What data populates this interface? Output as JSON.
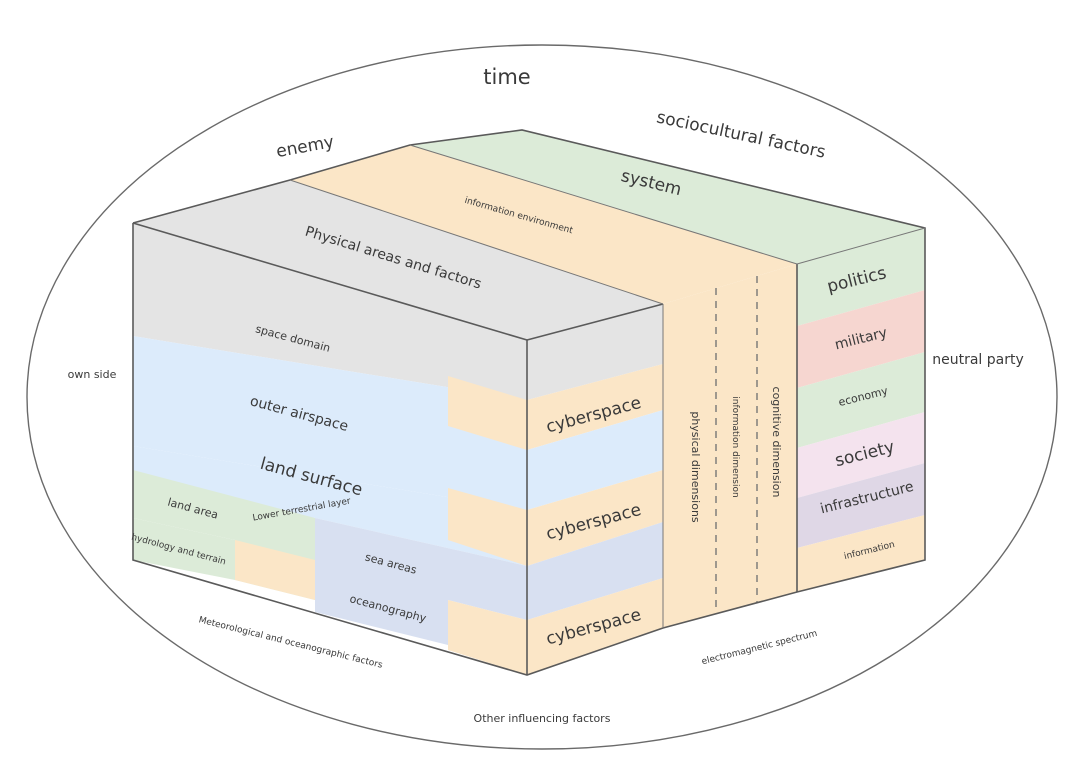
{
  "colors": {
    "gray": "#e4e4e4",
    "blue": "#dcebfb",
    "slate": "#d8e0f1",
    "green": "#dcebd8",
    "orange": "#fbe6c7",
    "red": "#f6d6d0",
    "pink": "#f4e3ee",
    "purple": "#dfd7e6"
  },
  "outer": {
    "time": "time",
    "enemy": "enemy",
    "sociocultural_factors": "sociocultural factors",
    "own_side": "own side",
    "neutral_party": "neutral party",
    "other_influencing_factors": "Other influencing factors",
    "meteorological_factors": "Meteorological and oceanographic factors",
    "electromagnetic_spectrum": "electromagnetic spectrum"
  },
  "top": {
    "system": "system",
    "information_environment": "information environment",
    "physical_areas": "Physical areas and factors"
  },
  "front": {
    "space_domain": "space domain",
    "outer_airspace": "outer airspace",
    "land_surface": "land surface",
    "lower_terrestrial_layer": "Lower terrestrial layer",
    "land_area": "land area",
    "hydrology_terrain": "hydrology and terrain",
    "sea_areas": "sea areas",
    "oceanography": "oceanography",
    "cyberspace": "cyberspace"
  },
  "side": {
    "physical_dimensions": "physical dimensions",
    "information_dimension": "information dimension",
    "cognitive_dimension": "cognitive dimension",
    "politics": "politics",
    "military": "military",
    "economy": "economy",
    "society": "society",
    "infrastructure": "infrastructure",
    "information": "information"
  }
}
